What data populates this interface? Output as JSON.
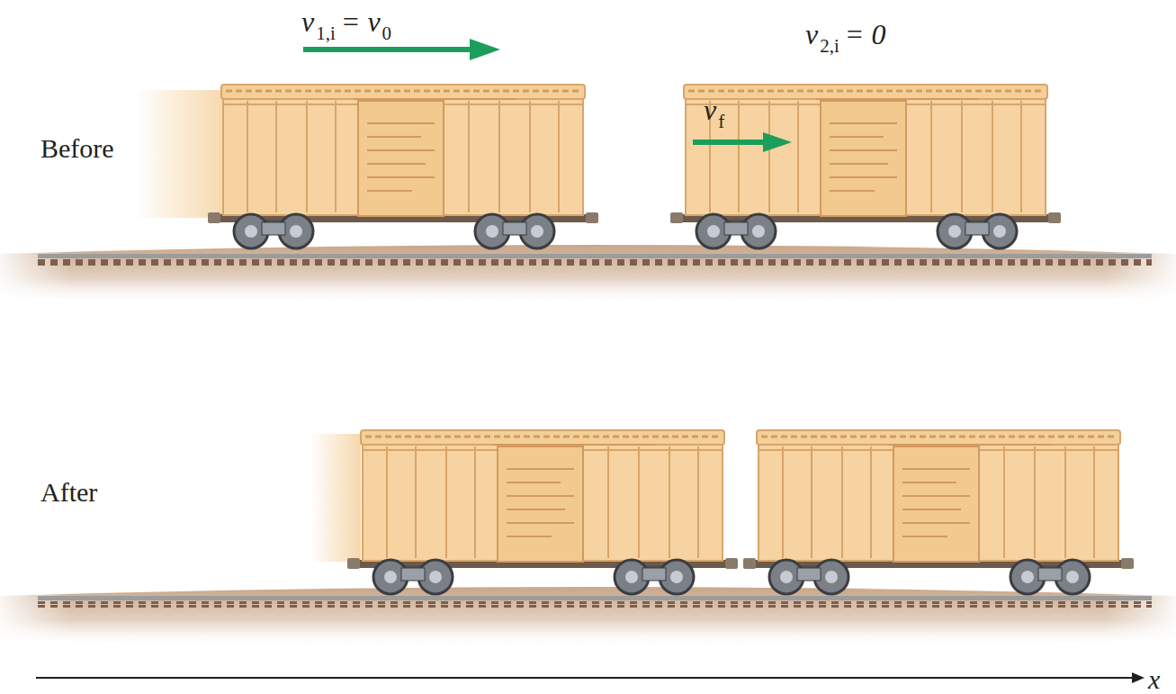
{
  "diagram": {
    "labels": [
      "v",
      "1,i",
      "= v",
      "0",
      "v",
      "2,i",
      "= 0",
      "Before",
      "After",
      "v",
      "f",
      "x"
    ]
  }
}
